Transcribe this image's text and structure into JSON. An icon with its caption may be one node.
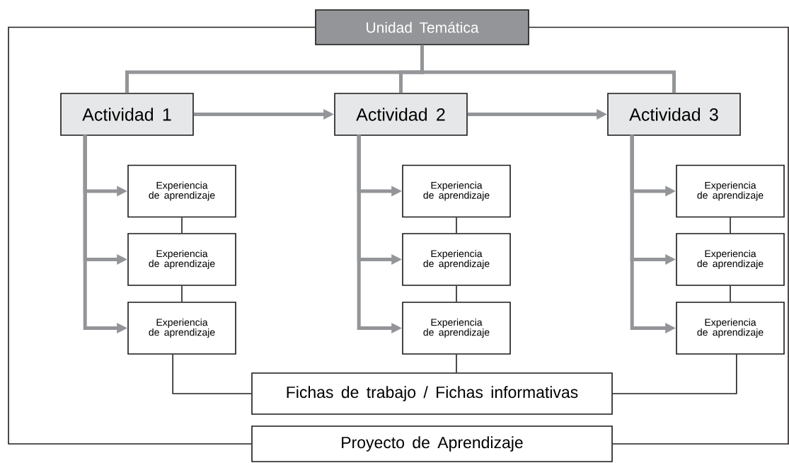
{
  "diagram": {
    "nodes": [
      {
        "text": [
          "Unidad Temática"
        ]
      },
      {
        "text": [
          "Actividad 1"
        ]
      },
      {
        "text": [
          "Actividad 2"
        ]
      },
      {
        "text": [
          "Actividad 3"
        ]
      },
      {
        "text": [
          "Experiencia de aprendizaje"
        ]
      },
      {
        "text": [
          "Experiencia de aprendizaje"
        ]
      },
      {
        "text": [
          "Experiencia de aprendizaje"
        ]
      },
      {
        "text": [
          "Experiencia de aprendizaje"
        ]
      },
      {
        "text": [
          "Experiencia de aprendizaje"
        ]
      },
      {
        "text": [
          "Experiencia de aprendizaje"
        ]
      },
      {
        "text": [
          "Experiencia de aprendizaje"
        ]
      },
      {
        "text": [
          "Experiencia de aprendizaje"
        ]
      },
      {
        "text": [
          "Experiencia de aprendizaje"
        ]
      },
      {
        "text": [
          "Fichas de trabajo / Fichas informativas"
        ]
      },
      {
        "text": [
          "Proyecto de Aprendizaje"
        ]
      }
    ],
    "edges": [
      {
        "from": 0,
        "to": 1,
        "arrow": "none"
      },
      {
        "from": 0,
        "to": 2,
        "arrow": "none"
      },
      {
        "from": 0,
        "to": 3,
        "arrow": "none"
      },
      {
        "from": 1,
        "to": 2,
        "arrow": "to"
      },
      {
        "from": 2,
        "to": 3,
        "arrow": "to"
      },
      {
        "from": 1,
        "to": 4,
        "arrow": "to"
      },
      {
        "from": 1,
        "to": 5,
        "arrow": "to"
      },
      {
        "from": 1,
        "to": 6,
        "arrow": "to"
      },
      {
        "from": 2,
        "to": 7,
        "arrow": "to"
      },
      {
        "from": 2,
        "to": 8,
        "arrow": "to"
      },
      {
        "from": 2,
        "to": 9,
        "arrow": "to"
      },
      {
        "from": 3,
        "to": 10,
        "arrow": "to"
      },
      {
        "from": 3,
        "to": 11,
        "arrow": "to"
      },
      {
        "from": 3,
        "to": 12,
        "arrow": "to"
      },
      {
        "from": 4,
        "to": 5,
        "arrow": "none",
        "color": "#231f20"
      },
      {
        "from": 5,
        "to": 6,
        "arrow": "none",
        "color": "#231f20"
      },
      {
        "from": 7,
        "to": 8,
        "arrow": "none",
        "color": "#231f20"
      },
      {
        "from": 8,
        "to": 9,
        "arrow": "none",
        "color": "#231f20"
      },
      {
        "from": 10,
        "to": 11,
        "arrow": "none",
        "color": "#231f20"
      },
      {
        "from": 11,
        "to": 12,
        "arrow": "none",
        "color": "#231f20"
      },
      {
        "from": 6,
        "to": 13,
        "arrow": "none",
        "color": "#231f20"
      },
      {
        "from": 9,
        "to": 13,
        "arrow": "none",
        "color": "#231f20"
      },
      {
        "from": 12,
        "to": 13,
        "arrow": "none",
        "color": "#231f20"
      },
      {
        "from": 0,
        "to": 14,
        "arrow": "none",
        "color": "#231f20"
      },
      {
        "from": 0,
        "to": 14,
        "arrow": "none",
        "color": "#231f20"
      }
    ]
  }
}
